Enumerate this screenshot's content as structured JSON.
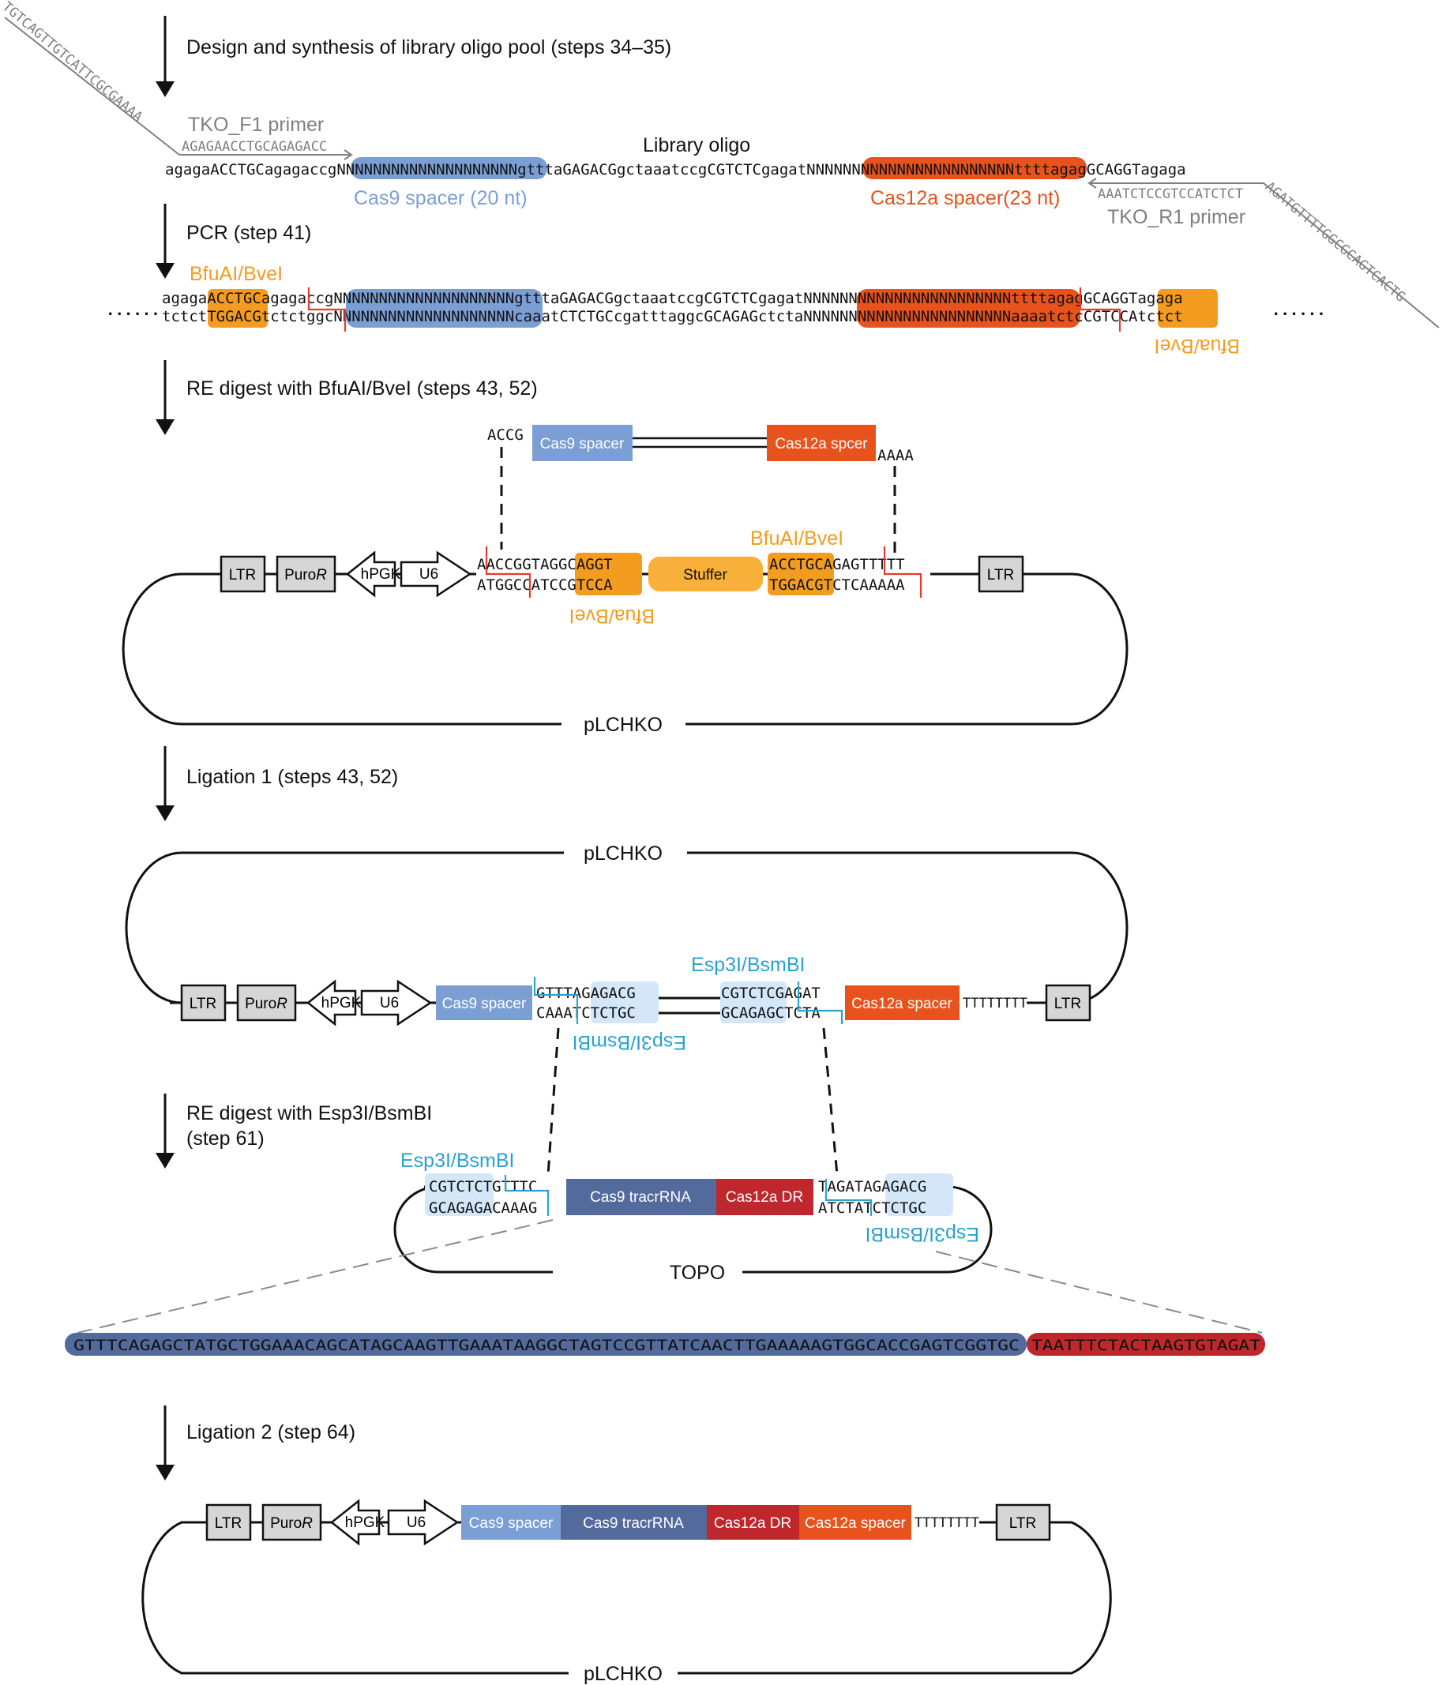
{
  "colors": {
    "cas9": "#7b9fd4",
    "cas12a": "#e8521d",
    "bfua": "#f39c1f",
    "stuffer": "#f8b03a",
    "esp3i": "#2aa2cf",
    "esp3i_fill": "#d3e7f8",
    "tracr": "#536a9c",
    "dr": "#c0272d",
    "cut": "#e33b2f",
    "grey": "#7f7f7f",
    "box": "#d6d6d6"
  },
  "icons": [
    "down-arrow-icon",
    "promoter-arrow-icon"
  ],
  "steps": {
    "s1": "Design and synthesis of library oligo pool (steps 34–35)",
    "s2": "PCR (step 41)",
    "s3": "RE digest with BfuAI/BveI (steps 43, 52)",
    "s4": "Ligation 1 (steps 43, 52)",
    "s5a": "RE digest with Esp3I/BsmBI",
    "s5b": "(step 61)",
    "s6": "Ligation 2 (step 64)"
  },
  "oligo": {
    "title": "Library oligo",
    "f1_label": "TKO_F1 primer",
    "f1_diag": "TGTCAGTTGTCATTCGCGAAAA",
    "f1_seq": "AGAGAACCTGCAGAGACC",
    "left": "agagaACCTGCagagaccg",
    "cas9_n": "NNNNNNNNNNNNNNNNNNNN",
    "mid": "gtttaGAGACGgctaaatccgCGTCTCgagat",
    "cas12_n": "NNNNNNNNNNNNNNNNNNNNNNN",
    "right": "ttttagagGCAGGTagaga",
    "cas9_label": "Cas9 spacer (20 nt)",
    "cas12_label": "Cas12a spacer(23 nt)",
    "r1_seq": "AAATCTCCGTCCATCTCT",
    "r1_diag": "AGATGTTTTGGCGCAGTCACTG",
    "r1_label": "TKO_R1 primer"
  },
  "pcr": {
    "enzyme_top": "BfuAI/BveI",
    "enzyme_bottom": "Bfua/BveI",
    "dots": "......",
    "t_a": "agaga",
    "t_b": "ACCTGC",
    "t_c": "agagaccg",
    "t_n1": "NNNNNNNNNNNNNNNNNNNN",
    "t_mid": "gtttaGAGACGgctaaatccgCGTCTCgagat",
    "t_n2": "NNNNNNNNNNNNNNNNNNNNNNN",
    "t_d": "ttttagag",
    "t_e": "GCAGGT",
    "t_f": "agaga",
    "b_a": "tctct",
    "b_b": "TGGACG",
    "b_c": "tctctggc",
    "b_n1": "NNNNNNNNNNNNNNNNNNNN",
    "b_mid": "caaatCTCTGCcgatttaggcGCAGAGctcta",
    "b_n2": "NNNNNNNNNNNNNNNNNNNNNNN",
    "b_d": "aaaatctc",
    "b_e": "CGTCCA",
    "b_f": "tctct"
  },
  "digest1": {
    "accg": "ACCG",
    "cas9": "Cas9 spacer",
    "cas12": "Cas12a spcer",
    "aaaa": "AAAA",
    "ltr": "LTR",
    "puro": "Puro",
    "puro_r": "R",
    "hpgk": "hPGK",
    "u6": "U6",
    "top_a": "AACCGGTAG",
    "top_b": "GCAGGT",
    "bot_a": "ATGGCCATC",
    "bot_b": "CGTCCA",
    "stuffer": "Stuffer",
    "top_c": "ACCTGC",
    "top_d": "AGAGTTTTT",
    "bot_c": "TGGACG",
    "bot_d": "TCTCAAAAA",
    "enzyme_top": "BfuAI/BveI",
    "enzyme_bottom": "Bfua/BveI",
    "plasmid": "pLCHKO"
  },
  "lig1": {
    "plasmid": "pLCHKO",
    "ltr": "LTR",
    "puro": "Puro",
    "puro_r": "R",
    "hpgk": "hPGK",
    "u6": "U6",
    "cas9": "Cas9 spacer",
    "t1": "GTTTAGAGACG",
    "b1": "CAAATCTCTGC",
    "enzyme_top": "Esp3I/BsmBI",
    "t2": "CGTCTCGAGAT",
    "b2": "GCAGAGCTCTA",
    "cas12": "Cas12a spacer",
    "tt": "TTTTTTTT",
    "enzyme_bottom": "Esp3I/BsmBI"
  },
  "topo": {
    "enzyme_left": "Esp3I/BsmBI",
    "l_top": "CGTCTCTGTTTC",
    "l_bot": "GCAGAGACAAAG",
    "tracr": "Cas9 tracrRNA",
    "dr": "Cas12a DR",
    "r_top": "TAGATAGAGACG",
    "r_bot": "ATCTATCTCTGC",
    "enzyme_right": "Esp3I/BsmBI",
    "plasmid": "TOPO",
    "tracr_seq": "GTTTCAGAGCTATGCTGGAAACAGCATAGCAAGTTGAAATAAGGCTAGTCCGTTATCAACTTGAAAAAGTGGCACCGAGTCGGTGC",
    "dr_seq": "TAATTTCTACTAAGTGTAGAT"
  },
  "lig2": {
    "ltr": "LTR",
    "puro": "Puro",
    "puro_r": "R",
    "hpgk": "hPGK",
    "u6": "U6",
    "cas9": "Cas9 spacer",
    "tracr": "Cas9 tracrRNA",
    "dr": "Cas12a DR",
    "cas12": "Cas12a spacer",
    "tt": "TTTTTTTT",
    "plasmid": "pLCHKO"
  }
}
